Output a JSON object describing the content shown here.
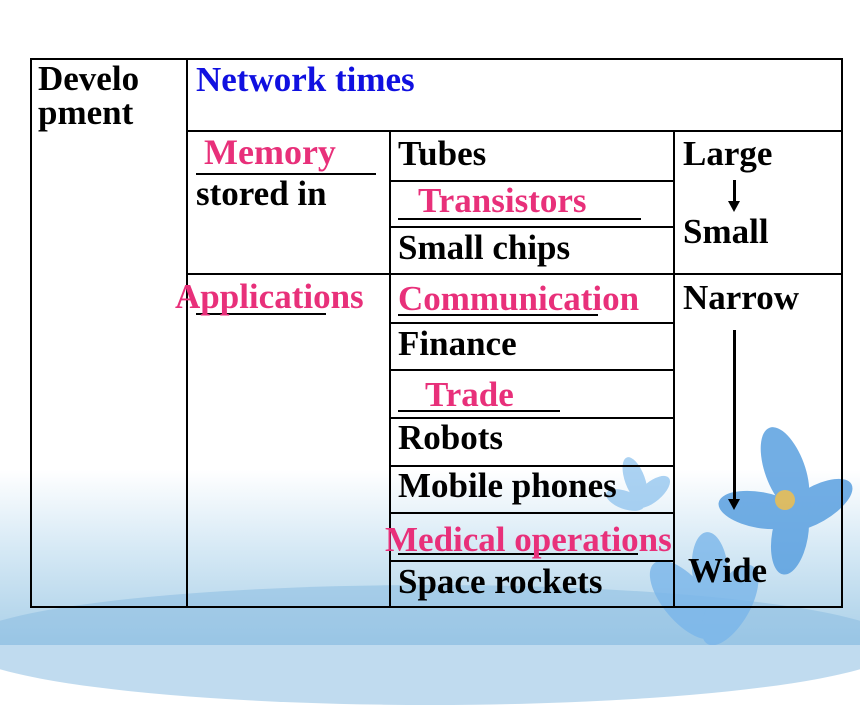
{
  "table": {
    "header": {
      "development": "Develo\npment",
      "network_times": "Network times"
    },
    "memory": {
      "answer": "Memory",
      "stored_in": "stored in",
      "rows": [
        "Tubes",
        "Transistors",
        "Small chips"
      ],
      "size_top": "Large",
      "size_bottom": "Small"
    },
    "applications": {
      "answer": "Applications",
      "rows": [
        "Communication",
        "Finance",
        "Trade",
        "Robots",
        "Mobile phones",
        "Medical operations",
        "Space rockets"
      ],
      "range_top": "Narrow",
      "range_bottom": "Wide"
    }
  },
  "colors": {
    "network_times": "#1010e0",
    "answers": "#e8307a",
    "text": "#000000"
  }
}
